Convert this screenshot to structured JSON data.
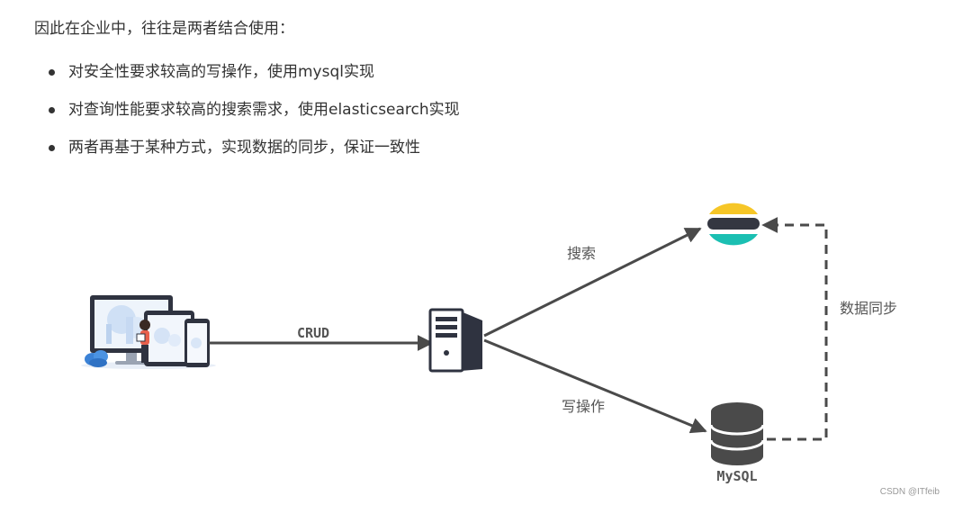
{
  "intro": "因此在企业中，往往是两者结合使用：",
  "bullets": [
    "对安全性要求较高的写操作，使用mysql实现",
    "对查询性能要求较高的搜索需求，使用elasticsearch实现",
    "两者再基于某种方式，实现数据的同步，保证一致性"
  ],
  "diagram": {
    "crud_label": "CRUD",
    "search_label": "搜索",
    "write_label": "写操作",
    "sync_label": "数据同步",
    "mysql_label": "MySQL",
    "client_icon": "devices-illustration-icon",
    "server_icon": "server-icon",
    "elasticsearch_icon": "elasticsearch-logo-icon",
    "mysql_icon": "database-icon",
    "colors": {
      "es_yellow": "#f6c627",
      "es_dark": "#343741",
      "es_teal": "#1bbfb2",
      "arrow": "#4a4a4a",
      "db": "#4a4a4a"
    }
  },
  "watermark": "CSDN @ITfeib"
}
